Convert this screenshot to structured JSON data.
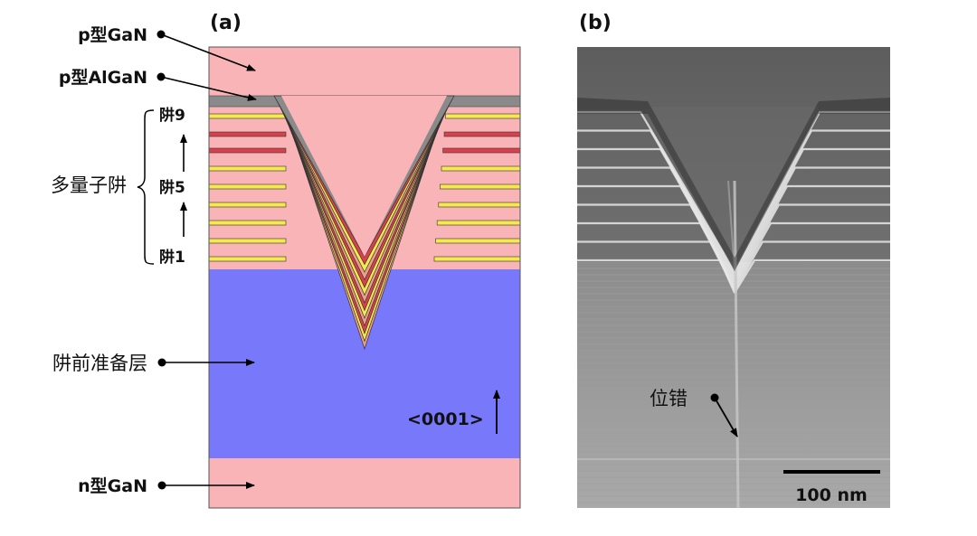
{
  "panel_a": {
    "tag": "(a)",
    "labels": {
      "p_gan": "p型GaN",
      "p_algan": "p型AlGaN",
      "mqw": "多量子阱",
      "well_9": "阱9",
      "well_5": "阱5",
      "well_1": "阱1",
      "prewell": "阱前准备层",
      "n_gan": "n型GaN"
    },
    "direction": "<0001>"
  },
  "panel_b": {
    "tag": "(b)",
    "dislocation": "位错",
    "scale_bar": "100 nm"
  },
  "colors": {
    "gan": "#f8b4b6",
    "prewell": "#7878fa",
    "algan": "#8a8a8a",
    "well_yellow": "#f5e94f",
    "well_red": "#d9404b",
    "outline": "#333333"
  }
}
